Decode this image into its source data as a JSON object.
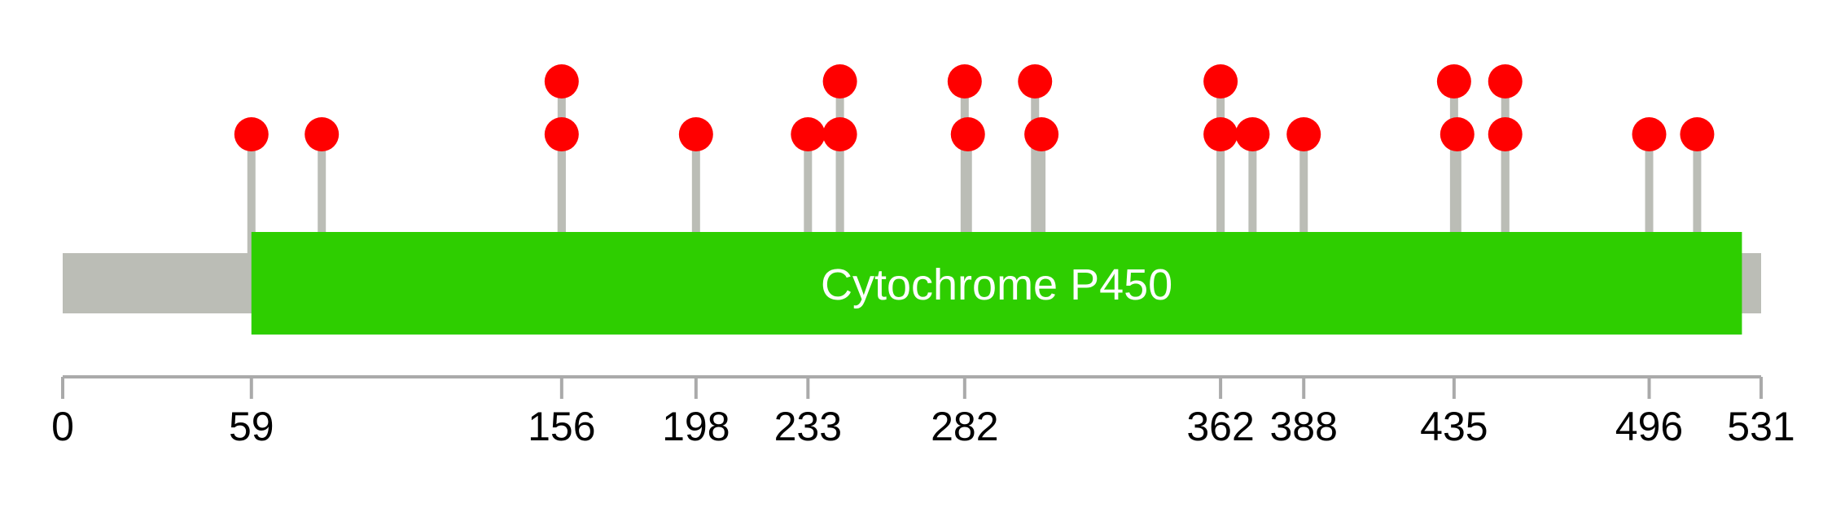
{
  "chart_data": {
    "type": "lollipop",
    "protein_length": 531,
    "xlim": [
      0,
      531
    ],
    "domains": [
      {
        "name": "Cytochrome P450",
        "start": 59,
        "end": 525,
        "color": "#2ECE00"
      }
    ],
    "axis_ticks": [
      0,
      59,
      156,
      198,
      233,
      282,
      362,
      388,
      435,
      496,
      531
    ],
    "mutations": [
      {
        "position": 59,
        "level": 1
      },
      {
        "position": 81,
        "level": 1
      },
      {
        "position": 156,
        "level": 1
      },
      {
        "position": 156,
        "level": 2
      },
      {
        "position": 198,
        "level": 1
      },
      {
        "position": 233,
        "level": 1
      },
      {
        "position": 243,
        "level": 1
      },
      {
        "position": 243,
        "level": 2
      },
      {
        "position": 283,
        "level": 1
      },
      {
        "position": 282,
        "level": 2
      },
      {
        "position": 306,
        "level": 1
      },
      {
        "position": 304,
        "level": 2
      },
      {
        "position": 362,
        "level": 1
      },
      {
        "position": 362,
        "level": 2
      },
      {
        "position": 372,
        "level": 1
      },
      {
        "position": 388,
        "level": 1
      },
      {
        "position": 436,
        "level": 1
      },
      {
        "position": 435,
        "level": 2
      },
      {
        "position": 451,
        "level": 1
      },
      {
        "position": 451,
        "level": 2
      },
      {
        "position": 496,
        "level": 1
      },
      {
        "position": 511,
        "level": 1
      }
    ],
    "colors": {
      "backbone": "#BBBDB6",
      "stem": "#BBBDB6",
      "point": "#FF0000",
      "axis": "#AAAAAA",
      "domain_text": "#FFFFFF"
    }
  }
}
